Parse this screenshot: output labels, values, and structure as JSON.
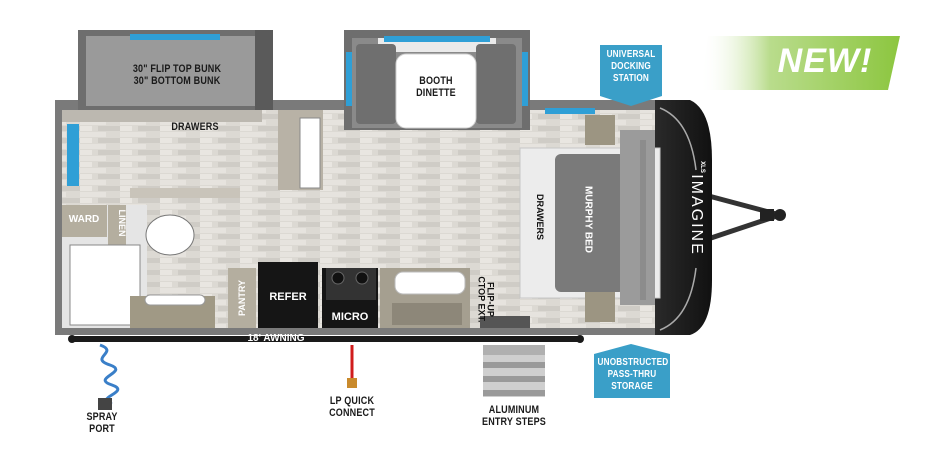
{
  "badge": {
    "text": "NEW!"
  },
  "rooms": {
    "bunk_line1": "30\" FLIP TOP BUNK",
    "bunk_line2": "30\" BOTTOM BUNK",
    "drawers_rear": "DRAWERS",
    "booth_line1": "BOOTH",
    "booth_line2": "DINETTE",
    "ward": "WARD",
    "linen": "LINEN",
    "pantry": "PANTRY",
    "refer": "REFER",
    "micro": "MICRO",
    "flip_up_line1": "FLIP-UP",
    "flip_up_line2": "CTOP EXT.",
    "drawers_front": "DRAWERS",
    "murphy_bed": "MURPHY BED",
    "brand": "IMAGINE",
    "brand_sub": "XLS"
  },
  "exterior": {
    "awning": "18' AWNING",
    "spray_line1": "SPRAY",
    "spray_line2": "PORT",
    "lp_line1": "LP QUICK",
    "lp_line2": "CONNECT",
    "steps_line1": "ALUMINUM",
    "steps_line2": "ENTRY STEPS"
  },
  "callouts": {
    "docking": [
      "UNIVERSAL",
      "DOCKING",
      "STATION"
    ],
    "storage": [
      "UNOBSTRUCTED",
      "PASS-THRU",
      "STORAGE"
    ]
  },
  "colors": {
    "callout": "#3a9fc8",
    "badge_green": "#8cc63f",
    "floor": "#d9d6d0",
    "wall": "#7c7c7c",
    "cap": "#1b1b1b"
  }
}
